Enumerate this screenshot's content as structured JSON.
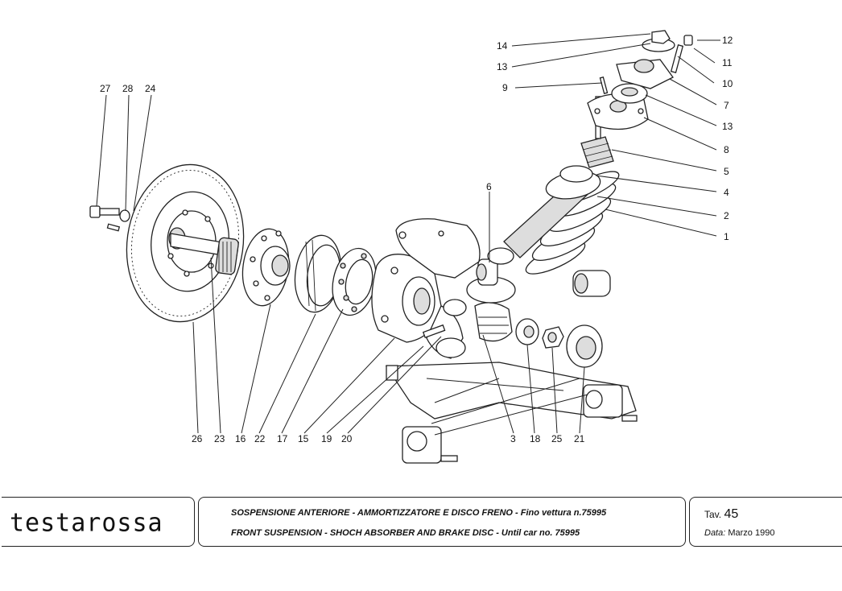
{
  "callouts": {
    "c14": "14",
    "c13a": "13",
    "c9": "9",
    "c12": "12",
    "c11": "11",
    "c10": "10",
    "c7": "7",
    "c13b": "13",
    "c8": "8",
    "c5": "5",
    "c4": "4",
    "c2": "2",
    "c1": "1",
    "c6": "6",
    "c27": "27",
    "c28": "28",
    "c24": "24",
    "c26": "26",
    "c23": "23",
    "c16": "16",
    "c22": "22",
    "c17": "17",
    "c15": "15",
    "c19": "19",
    "c20": "20",
    "c3": "3",
    "c18": "18",
    "c25": "25",
    "c21": "21"
  },
  "title_block": {
    "logo": "testarossa",
    "description_it": "SOSPENSIONE ANTERIORE - AMMORTIZZATORE E DISCO FRENO - Fino vettura n.75995",
    "description_en": "FRONT SUSPENSION - SHOCH ABSORBER AND BRAKE DISC - Until car no. 75995",
    "tav_label": "Tav.",
    "tav_number": "45",
    "data_label": "Data:",
    "data_value": "Marzo 1990"
  }
}
